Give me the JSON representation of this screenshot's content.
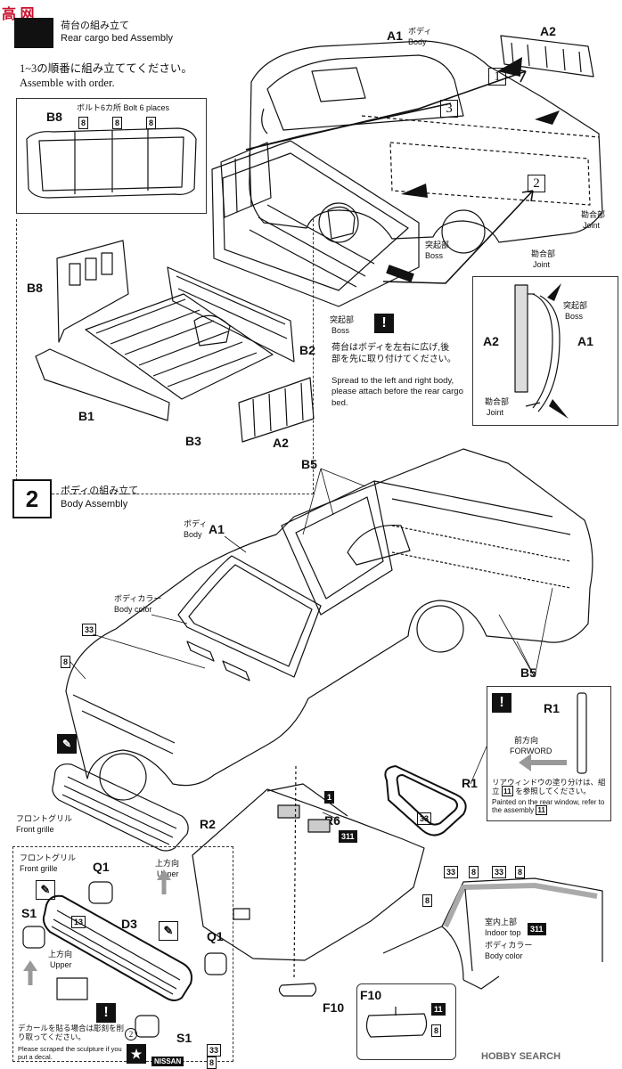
{
  "watermark_top": "高 网",
  "step1": {
    "title_jp": "荷台の組み立て",
    "title_en": "Rear cargo bed Assembly",
    "order_jp": "1~3の順番に組み立ててください。",
    "order_en": "Assemble with order.",
    "bolt_note": "ボルト6カ所 Bolt 6 places",
    "parts": {
      "A1": "A1",
      "A2": "A2",
      "B1": "B1",
      "B2": "B2",
      "B3": "B3",
      "B8": "B8",
      "n8": "8"
    },
    "body_jp": "ボディ",
    "body_en": "Body",
    "boss_jp": "突起部",
    "boss_en": "Boss",
    "joint_jp": "勘合部",
    "joint_en": "Joint",
    "order_nums": [
      "1",
      "2",
      "3"
    ],
    "note_jp": "荷台はボディを左右に広げ,後部を先に取り付けてください。",
    "note_en": "Spread to the left and right body, please attach before the rear cargo bed."
  },
  "step2": {
    "number": "2",
    "title_jp": "ボディの組み立て",
    "title_en": "Body Assembly",
    "body_jp": "ボディ",
    "body_en": "Body",
    "body_color_jp": "ボディカラー",
    "body_color_en": "Body color",
    "parts": {
      "A1": "A1",
      "B5": "B5",
      "R1": "R1",
      "R2": "R2",
      "R6": "R6",
      "F10": "F10",
      "Q1": "Q1",
      "S1": "S1",
      "D3": "D3"
    },
    "codes": {
      "c33": "33",
      "c8": "8",
      "c1": "1",
      "c311": "311",
      "c13": "13",
      "c11": "11",
      "c2": "2"
    },
    "front_grille_jp": "フロントグリル",
    "front_grille_en": "Front grille",
    "upper_jp": "上方向",
    "upper_en": "Upper",
    "forward_jp": "前方向",
    "forward_en": "FORWORD",
    "rear_window_jp": "リアウィンドウの塗り分けは、組立",
    "rear_window_jp2": "を参照してください。",
    "rear_window_en": "Painted on the rear window, refer to the assembly",
    "indoor_top_jp": "室内上部",
    "indoor_top_en": "Indoor top",
    "decal_jp": "デカールを貼る場合は彫刻を削り取ってください。",
    "decal_en": "Please scraped the sculpture if you put a decal.",
    "nissan": "NISSAN"
  },
  "watermark_bottom": "HOBBY SEARCH"
}
